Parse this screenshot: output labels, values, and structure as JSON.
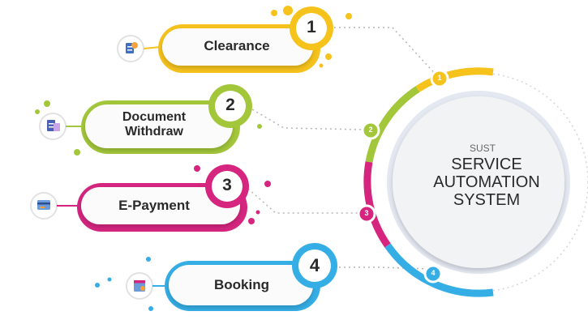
{
  "hub": {
    "subtitle": "SUST",
    "line1": "SERVICE",
    "line2": "AUTOMATION",
    "line3": "SYSTEM"
  },
  "steps": [
    {
      "number": "1",
      "label": "Clearance",
      "color": "#f6c21c",
      "icon": "clearance-icon"
    },
    {
      "number": "2",
      "label": "Document\nWithdraw",
      "color": "#a3c73a",
      "icon": "document-icon"
    },
    {
      "number": "3",
      "label": "E-Payment",
      "color": "#d5257f",
      "icon": "payment-icon"
    },
    {
      "number": "4",
      "label": "Booking",
      "color": "#35aee6",
      "icon": "booking-icon"
    }
  ],
  "colors": {
    "text": "#2a2a2a",
    "hub_fill": "#f2f3f5",
    "hub_ring": "#cfd6e6",
    "dots": "#b5b5b5"
  }
}
